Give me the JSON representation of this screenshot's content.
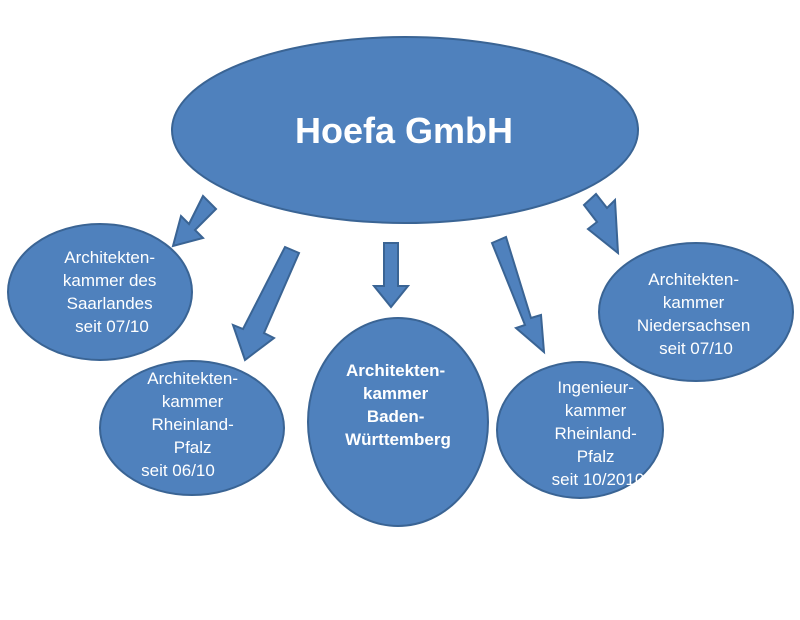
{
  "diagram": {
    "type": "org-chart",
    "colors": {
      "node_fill": "#4f81bd",
      "node_stroke": "#3a6494",
      "text": "#ffffff",
      "background": "#ffffff"
    },
    "root": {
      "label": "Hoefa GmbH"
    },
    "children": [
      {
        "id": "saarland",
        "lines": [
          "Architekten-",
          "kammer des",
          "Saarlandes",
          "seit 07/10"
        ]
      },
      {
        "id": "rheinland-pfalz-arch",
        "lines": [
          "Architekten-",
          "kammer",
          "Rheinland-",
          "Pfalz",
          "seit 06/10"
        ]
      },
      {
        "id": "baden-wuerttemberg",
        "lines": [
          "Architekten-",
          "kammer",
          "Baden-",
          "Württemberg"
        ],
        "bold": true
      },
      {
        "id": "rheinland-pfalz-ing",
        "lines": [
          "Ingenieur-",
          "kammer",
          "Rheinland-",
          "Pfalz",
          "seit 10/2010"
        ]
      },
      {
        "id": "niedersachsen",
        "lines": [
          "Architekten-",
          "kammer",
          "Niedersachsen",
          "seit 07/10"
        ]
      }
    ],
    "edges": [
      {
        "from": "root",
        "to": "saarland"
      },
      {
        "from": "root",
        "to": "rheinland-pfalz-arch"
      },
      {
        "from": "root",
        "to": "baden-wuerttemberg"
      },
      {
        "from": "root",
        "to": "rheinland-pfalz-ing"
      },
      {
        "from": "root",
        "to": "niedersachsen"
      }
    ]
  }
}
